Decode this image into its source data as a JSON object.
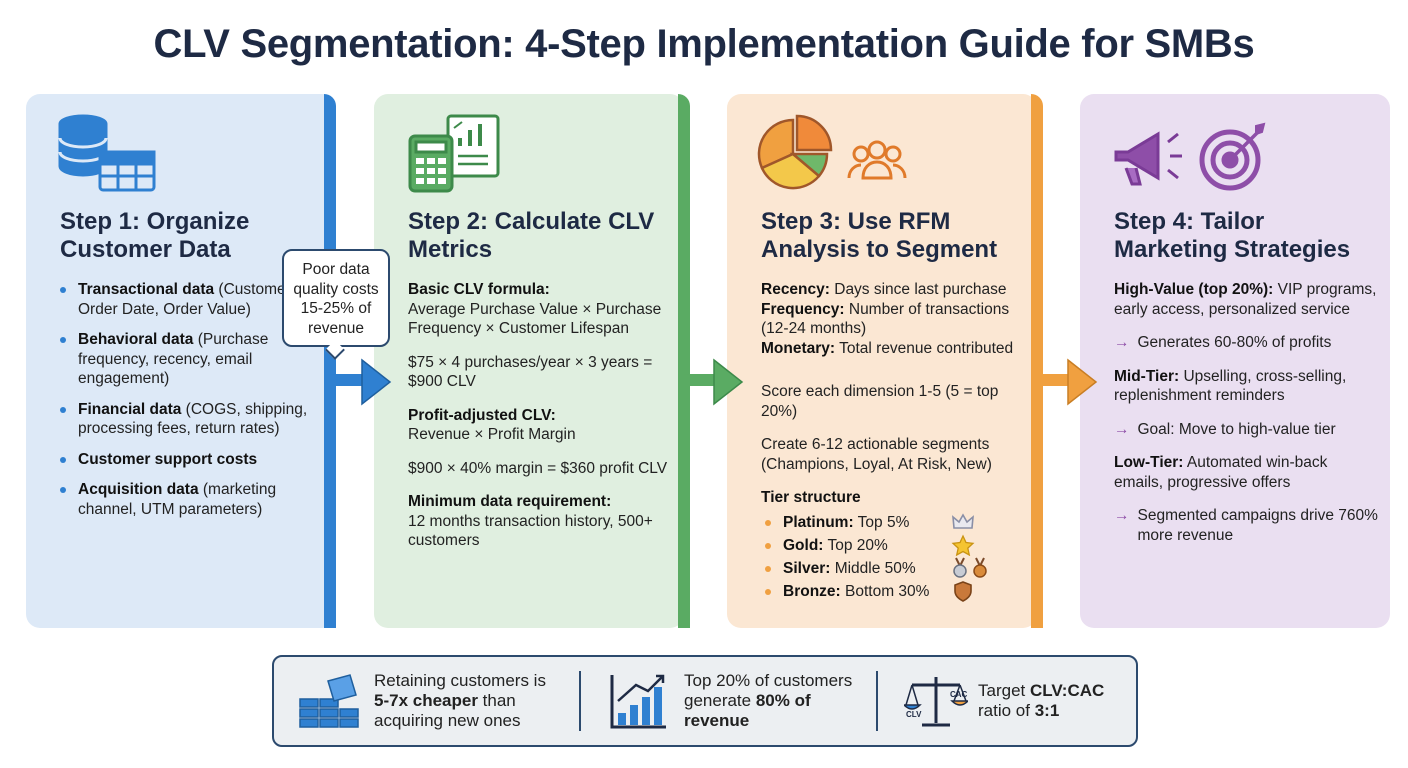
{
  "title": "CLV Segmentation: 4-Step Implementation Guide for SMBs",
  "icons": {
    "step1": [
      "database-icon",
      "table-icon"
    ],
    "step2": [
      "calculator-icon",
      "report-chart-icon"
    ],
    "step3": [
      "pie-chart-icon",
      "people-group-icon"
    ],
    "step4": [
      "megaphone-icon",
      "target-icon"
    ]
  },
  "colors": {
    "step1": "#2f80d1",
    "step2": "#5aab63",
    "step3": "#f0a040",
    "step4": "#8e4ea8",
    "dark": "#1e2a44"
  },
  "callout": "Poor data quality costs 15-25% of revenue",
  "step1": {
    "title": "Step 1: Organize Customer Data",
    "items": [
      {
        "bold": "Transactional data",
        "rest": " (Customer ID, Order Date, Order Value)"
      },
      {
        "bold": "Behavioral data",
        "rest": " (Purchase frequency, recency, email engagement)"
      },
      {
        "bold": "Financial data",
        "rest": " (COGS, shipping, processing fees, return rates)"
      },
      {
        "bold": "Customer support costs",
        "rest": ""
      },
      {
        "bold": "Acquisition data",
        "rest": " (marketing channel, UTM parameters)"
      }
    ]
  },
  "step2": {
    "title": "Step 2: Calculate CLV Metrics",
    "formula_label": "Basic CLV formula:",
    "formula": "Average Purchase Value × Purchase Frequency × Customer Lifespan",
    "example": "$75 × 4 purchases/year × 3 years = $900 CLV",
    "profit_label": "Profit-adjusted CLV:",
    "profit_formula": "Revenue × Profit Margin",
    "profit_example": "$900 × 40% margin = $360 profit CLV",
    "min_label": "Minimum data requirement:",
    "min_text": "12 months transaction history, 500+ customers"
  },
  "step3": {
    "title": "Step 3: Use RFM Analysis to Segment",
    "rfm": [
      {
        "bold": "Recency:",
        "rest": " Days since last purchase"
      },
      {
        "bold": "Frequency:",
        "rest": " Number of transactions (12-24 months)"
      },
      {
        "bold": "Monetary:",
        "rest": " Total revenue contributed"
      }
    ],
    "score": "Score each dimension 1-5 (5 = top 20%)",
    "segments": "Create 6-12 actionable segments (Champions, Loyal, At Risk, New)",
    "tier_label": "Tier structure",
    "tiers": [
      {
        "bold": "Platinum:",
        "rest": " Top 5%",
        "icon": "crown-icon"
      },
      {
        "bold": "Gold:",
        "rest": " Top 20%",
        "icon": "star-icon"
      },
      {
        "bold": "Silver:",
        "rest": " Middle 50%",
        "icon": "medals-icon"
      },
      {
        "bold": "Bronze:",
        "rest": " Bottom 30%",
        "icon": "shield-icon"
      }
    ]
  },
  "step4": {
    "title": "Step 4: Tailor Marketing Strategies",
    "high_label": "High-Value (top 20%):",
    "high_text": " VIP programs, early access, personalized service",
    "high_arrow": "Generates 60-80% of profits",
    "mid_label": "Mid-Tier:",
    "mid_text": " Upselling, cross-selling, replenishment reminders",
    "mid_arrow": "Goal: Move to high-value tier",
    "low_label": "Low-Tier:",
    "low_text": " Automated win-back emails, progressive offers",
    "low_arrow": "Segmented campaigns drive 760% more revenue",
    "arrow_glyph": "→"
  },
  "bottom": {
    "stat1_pre": "Retaining customers is ",
    "stat1_bold": "5-7x cheaper",
    "stat1_post": " than acquiring new ones",
    "stat2_pre": "Top 20% of customers generate ",
    "stat2_bold": "80% of revenue",
    "stat3_pre": "Target ",
    "stat3_bold1": "CLV:CAC",
    "stat3_mid": " ratio of ",
    "stat3_bold2": "3:1",
    "scale_left": "CLV",
    "scale_right": "CAC",
    "icons": [
      "piggy-bank-icon",
      "growth-chart-icon",
      "balance-scale-icon"
    ]
  }
}
